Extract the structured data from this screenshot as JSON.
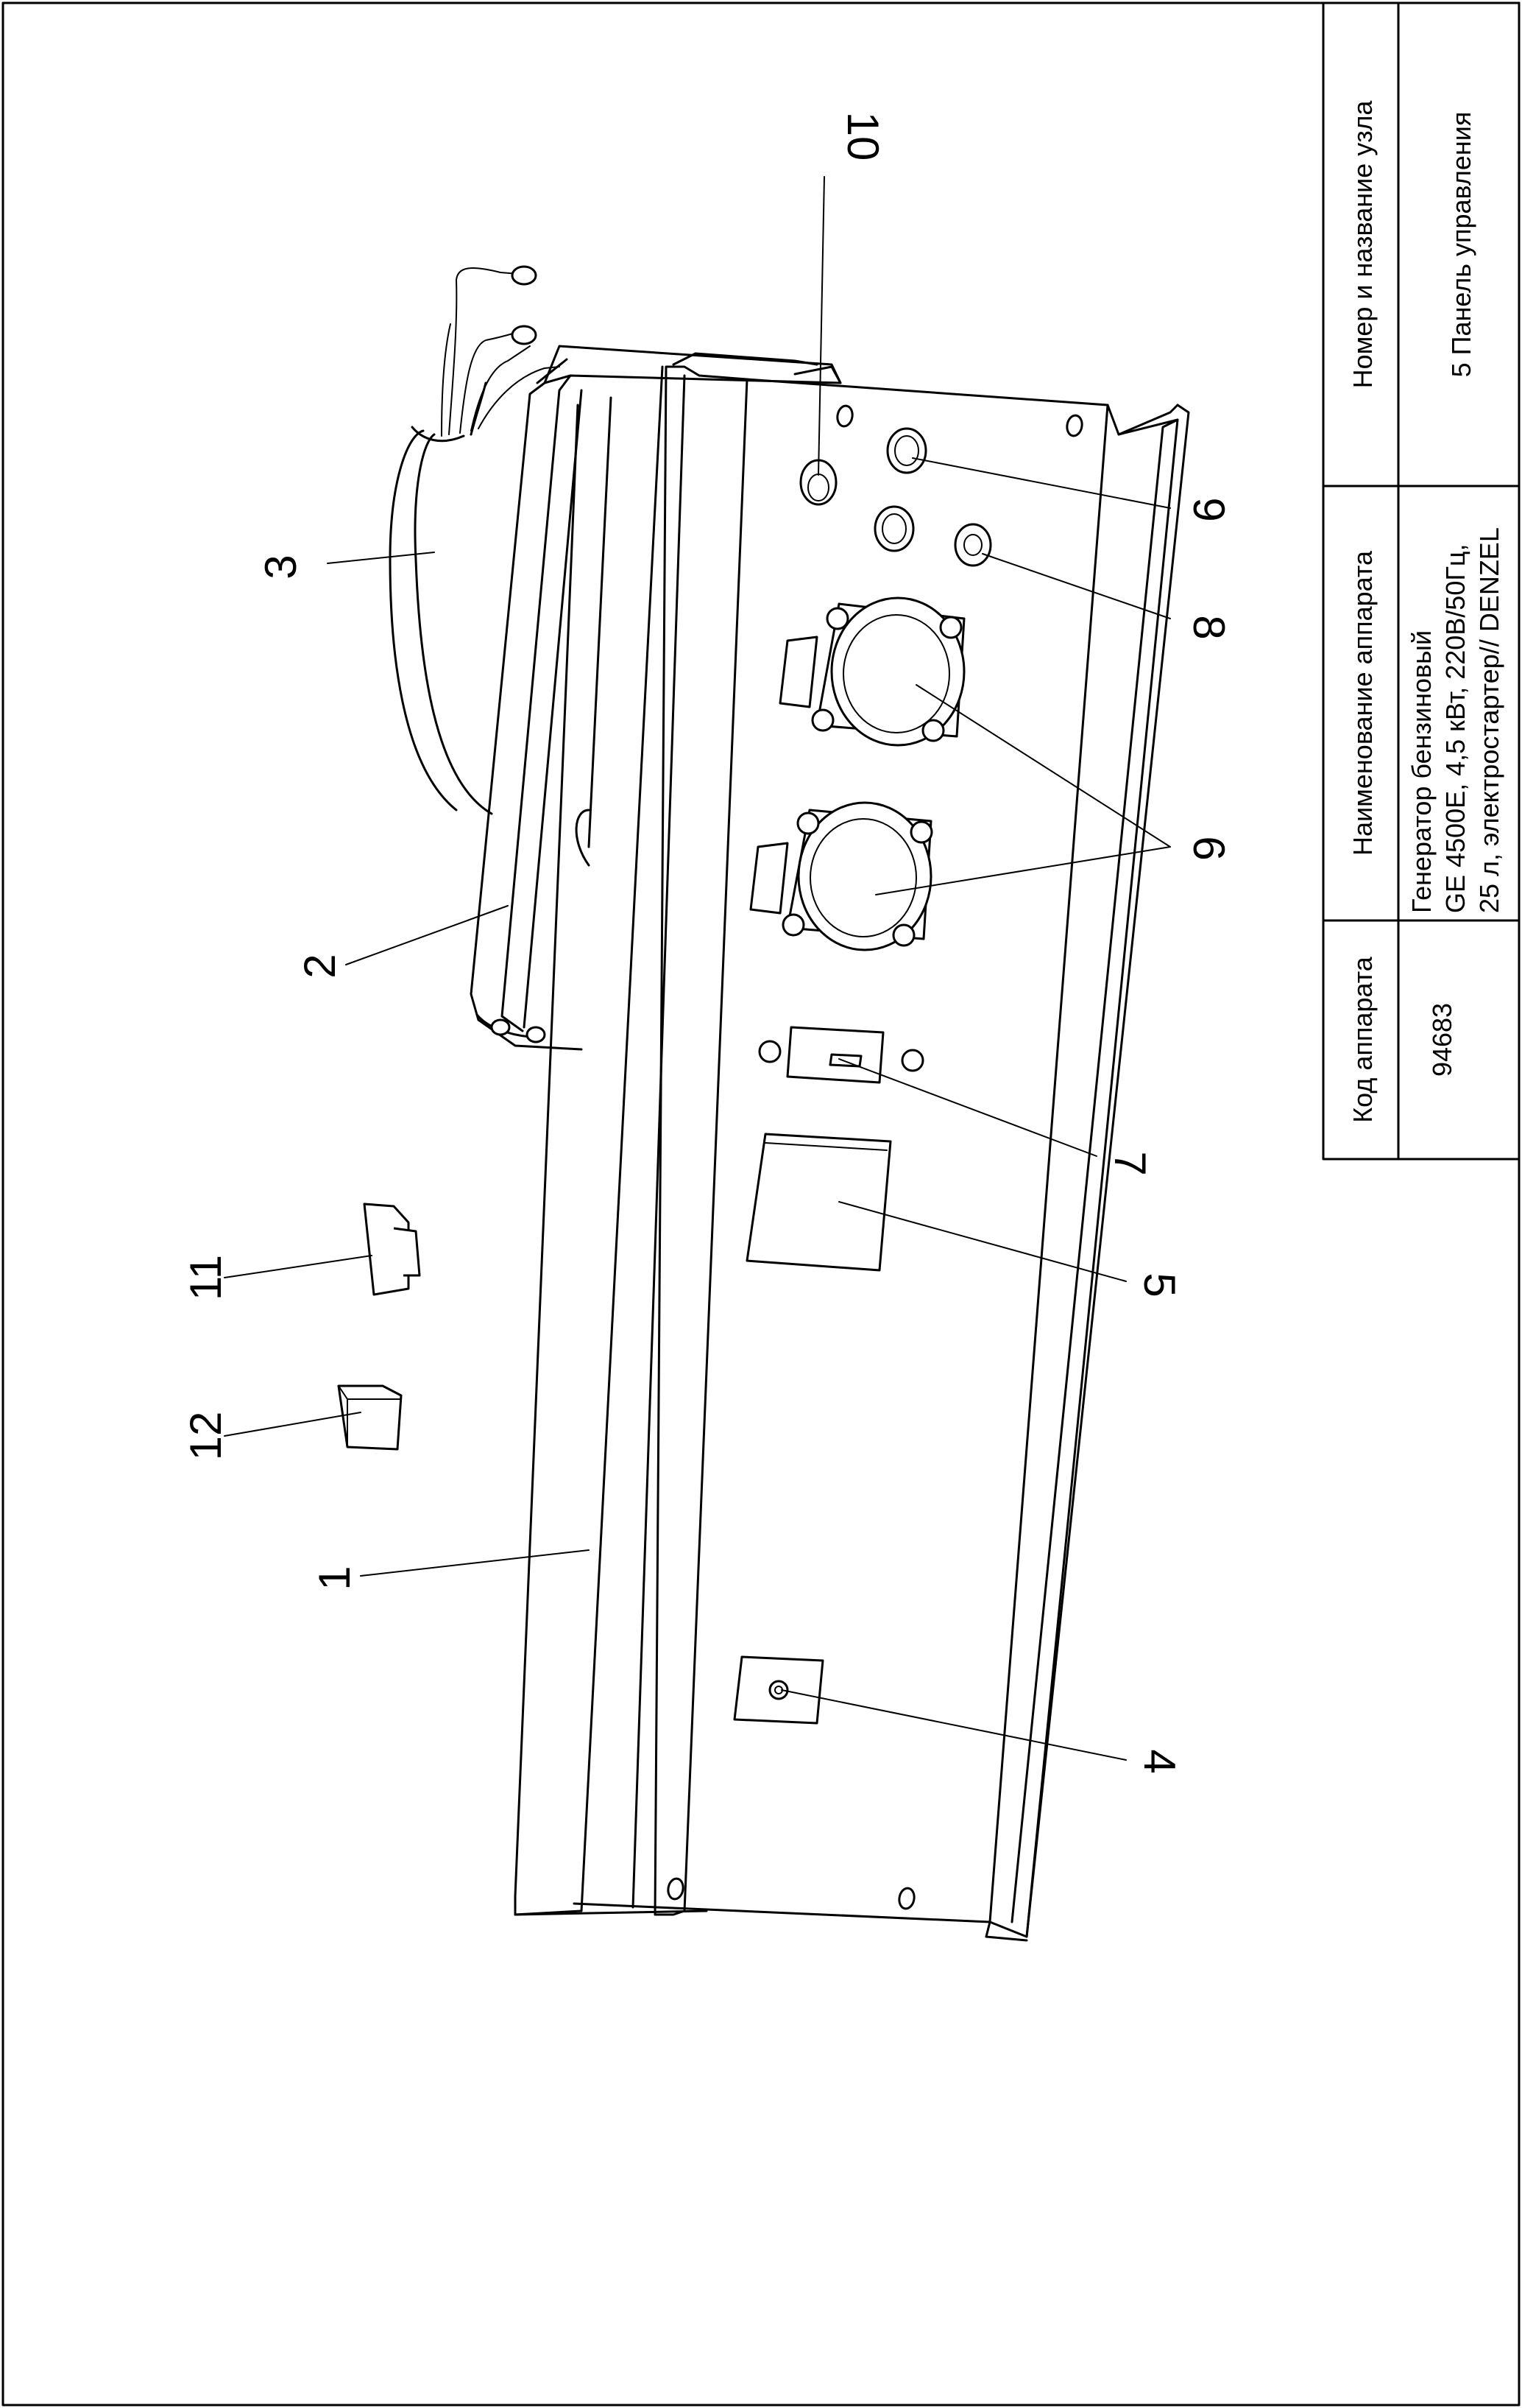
{
  "title_block": {
    "col_code_header": "Код аппарата",
    "col_code_value": "94683",
    "col_name_header": "Наименование аппарата",
    "col_name_value_line1": "Генератор бензиновый",
    "col_name_value_line2": "GE 4500E, 4,5 кВт, 220В/50Гц,",
    "col_name_value_line3": "25 л, электростартер// DENZEL",
    "col_node_header": "Номер и название узла",
    "col_node_value": "5 Панель управления"
  },
  "callouts": {
    "c1": "1",
    "c2": "2",
    "c3": "3",
    "c4": "4",
    "c5": "5",
    "c6": "6",
    "c7": "7",
    "c8": "8",
    "c9": "9",
    "c10": "10",
    "c11": "11",
    "c12": "12"
  }
}
